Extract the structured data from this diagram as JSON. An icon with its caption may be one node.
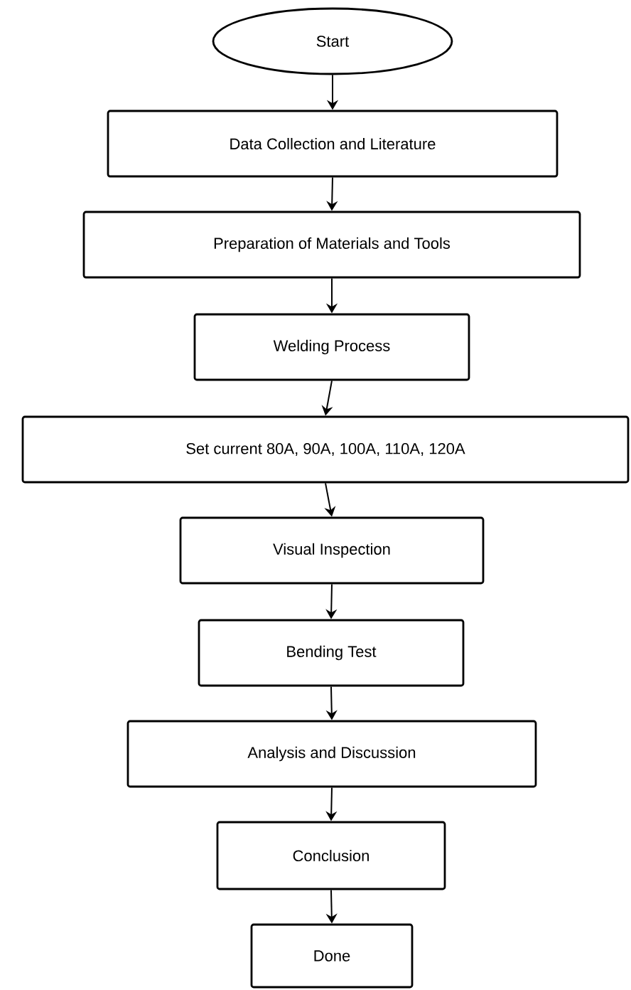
{
  "diagram": {
    "nodes": [
      {
        "text": [
          "Start"
        ]
      },
      {
        "text": [
          "Data Collection and Literature"
        ]
      },
      {
        "text": [
          "Preparation of Materials and Tools"
        ]
      },
      {
        "text": [
          "Welding Process"
        ]
      },
      {
        "text": [
          "Set current 80A, 90A, 100A, 110A, 120A"
        ]
      },
      {
        "text": [
          "Visual Inspection"
        ]
      },
      {
        "text": [
          "Bending Test"
        ]
      },
      {
        "text": [
          "Analysis and Discussion"
        ]
      },
      {
        "text": [
          "Conclusion"
        ]
      },
      {
        "text": [
          "Done"
        ]
      }
    ],
    "edges": [
      {
        "from": 0,
        "to": 1,
        "arrow": "to"
      },
      {
        "from": 1,
        "to": 2,
        "arrow": "to"
      },
      {
        "from": 2,
        "to": 3,
        "arrow": "to"
      },
      {
        "from": 3,
        "to": 4,
        "arrow": "to"
      },
      {
        "from": 4,
        "to": 5,
        "arrow": "to"
      },
      {
        "from": 5,
        "to": 6,
        "arrow": "to"
      },
      {
        "from": 6,
        "to": 7,
        "arrow": "to"
      },
      {
        "from": 7,
        "to": 8,
        "arrow": "to"
      },
      {
        "from": 8,
        "to": 9,
        "arrow": "to"
      }
    ]
  }
}
